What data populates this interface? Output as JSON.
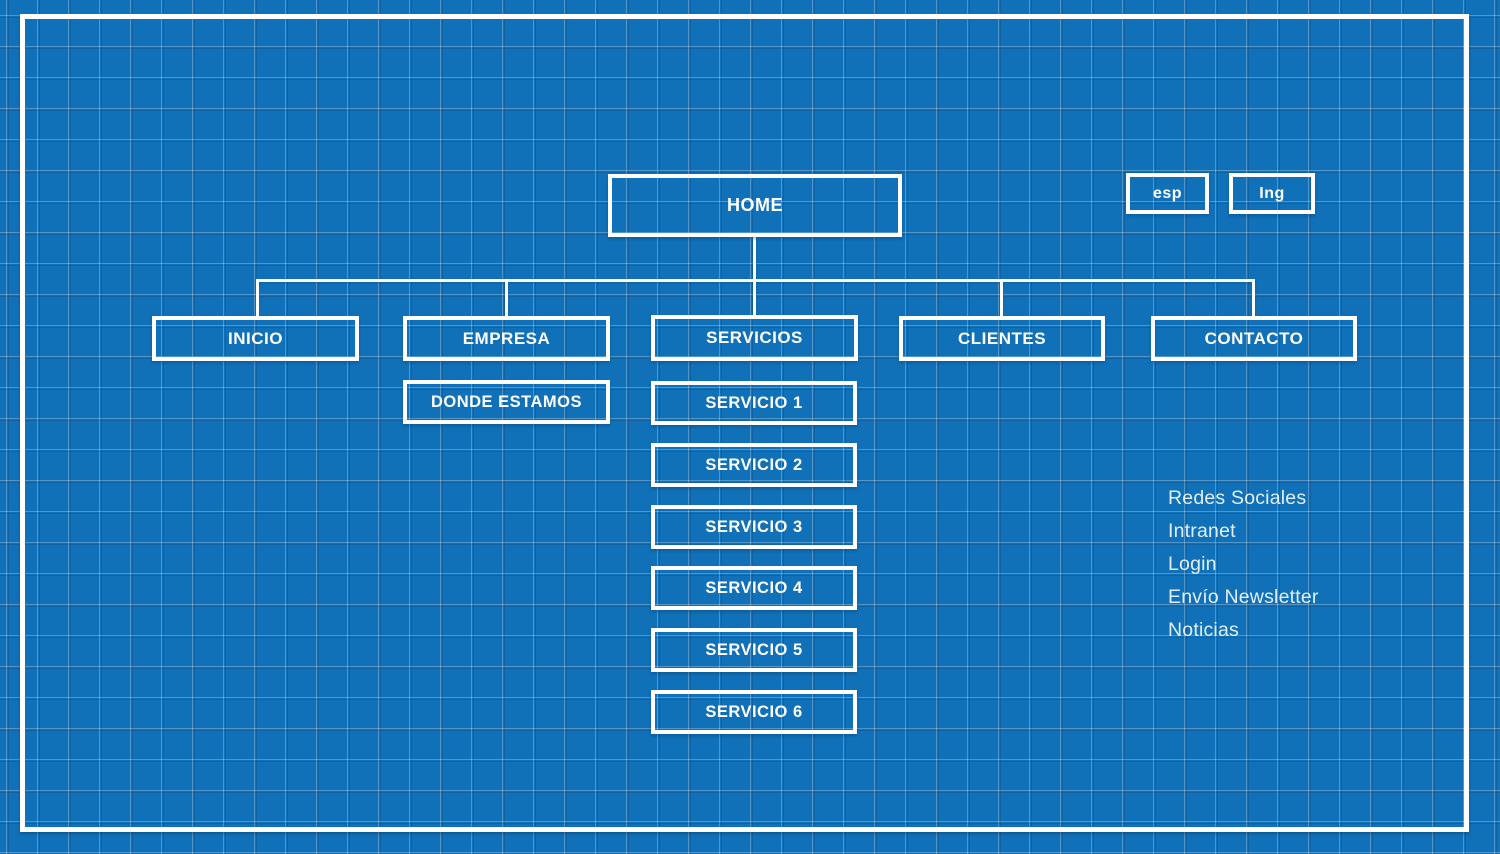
{
  "palette": {
    "background": "#1171b8",
    "line_color": "#ffffff",
    "grid_light": "rgba(255,255,255,0.26)",
    "grid_dark": "rgba(8,48,88,0.22)"
  },
  "home": {
    "label": "HOME"
  },
  "lang": {
    "esp": {
      "label": "esp"
    },
    "ing": {
      "label": "Ing"
    }
  },
  "nav": [
    {
      "label": "INICIO"
    },
    {
      "label": "EMPRESA"
    },
    {
      "label": "SERVICIOS"
    },
    {
      "label": "CLIENTES"
    },
    {
      "label": "CONTACTO"
    }
  ],
  "empresa_children": [
    {
      "label": "DONDE ESTAMOS"
    }
  ],
  "servicios_children": [
    {
      "label": "SERVICIO 1"
    },
    {
      "label": "SERVICIO 2"
    },
    {
      "label": "SERVICIO 3"
    },
    {
      "label": "SERVICIO 4"
    },
    {
      "label": "SERVICIO 5"
    },
    {
      "label": "SERVICIO 6"
    }
  ],
  "side_links": [
    {
      "label": "Redes Sociales"
    },
    {
      "label": "Intranet"
    },
    {
      "label": "Login"
    },
    {
      "label": "Envío Newsletter"
    },
    {
      "label": "Noticias"
    }
  ]
}
